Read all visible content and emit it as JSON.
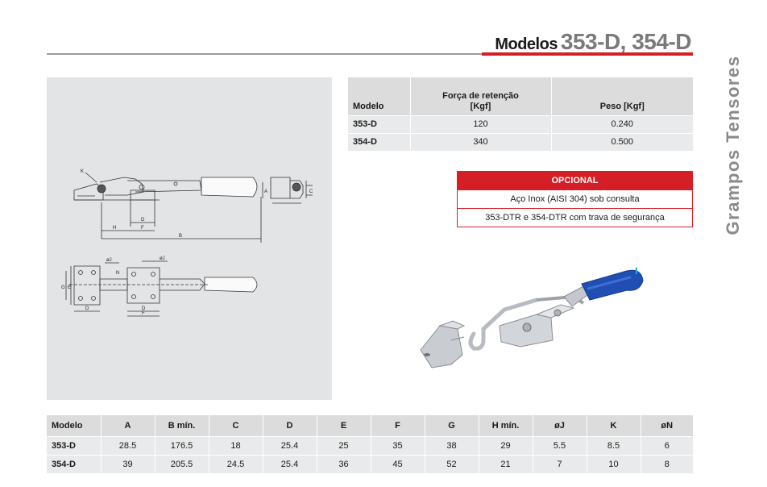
{
  "header": {
    "title_prefix": "Modelos",
    "title_models": "353-D, 354-D",
    "side_title": "Grampos Tensores"
  },
  "spec_table": {
    "headers": [
      "Modelo",
      "Força de retenção\n[Kgf]",
      "Peso  [Kgf]"
    ],
    "rows": [
      [
        "353-D",
        "120",
        "0.240"
      ],
      [
        "354-D",
        "340",
        "0.500"
      ]
    ]
  },
  "optional": {
    "title": "OPCIONAL",
    "items": [
      "Aço Inox (AISI 304) sob consulta",
      "353-DTR e 354-DTR com trava de segurança"
    ]
  },
  "drawing_labels": {
    "K": "K",
    "A": "A",
    "C": "C",
    "H": "H",
    "F": "F",
    "D": "D",
    "B": "B",
    "J": "øJ",
    "N": "N",
    "E": "E",
    "G": "G"
  },
  "dimensions_table": {
    "headers": [
      "Modelo",
      "A",
      "B mín.",
      "C",
      "D",
      "E",
      "F",
      "G",
      "H mín.",
      "øJ",
      "K",
      "øN"
    ],
    "rows": [
      [
        "353-D",
        "28.5",
        "176.5",
        "18",
        "25.4",
        "25",
        "35",
        "38",
        "29",
        "5.5",
        "8.5",
        "6"
      ],
      [
        "354-D",
        "39",
        "205.5",
        "24.5",
        "25.4",
        "36",
        "45",
        "52",
        "21",
        "7",
        "10",
        "8"
      ]
    ]
  },
  "colors": {
    "accent_red": "#d41f26",
    "handle_blue": "#1f4fb3",
    "panel_gray": "#e3e4e6"
  }
}
